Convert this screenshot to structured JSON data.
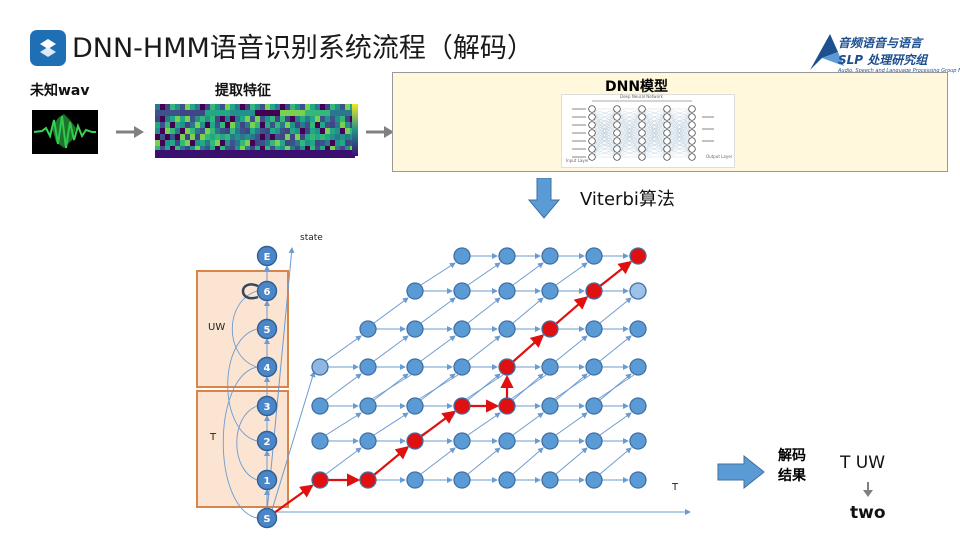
{
  "slide": {
    "title": "DNN-HMM语音识别系统流程（解码）",
    "logo_text": "音频语音与语言",
    "logo_abbrev": "SLP 处理研究组",
    "logo_subtitle": "Audio, Speech and Language Processing Group  NPU"
  },
  "pipeline": {
    "input_label": "未知wav",
    "feature_label": "提取特征",
    "dnn_label": "DNN模型",
    "dnn_figure_title": "Deep Neural Network",
    "dnn_input_layer": "Input Layer",
    "dnn_output_layer": "Output Layer",
    "viterbi_label": "Viterbi算法"
  },
  "trellis": {
    "y_axis_label": "state",
    "x_axis_label": "T",
    "state_nodes": [
      "E",
      "6",
      "5",
      "4",
      "3",
      "2",
      "1",
      "S"
    ],
    "group_labels": [
      "UW",
      "T"
    ]
  },
  "result": {
    "label": "解码结果",
    "phone_sequence": "T UW",
    "word": "two"
  },
  "colors": {
    "accent_blue": "#5b9bd5",
    "node_blue": "#4a86c8",
    "path_red": "#e01010",
    "group_orange": "#d9844a",
    "group_fill": "#fbe5d2",
    "dnn_fill": "#fff8dc"
  }
}
